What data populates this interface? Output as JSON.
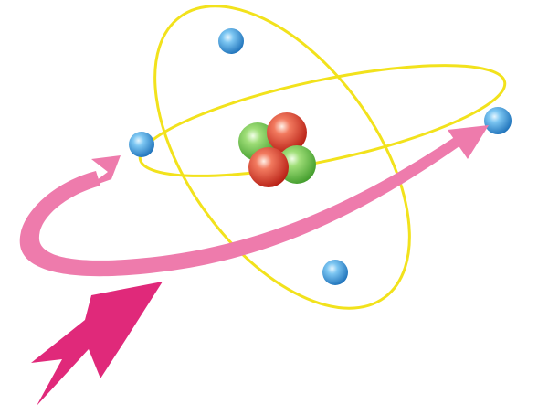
{
  "diagram": {
    "subject": "atom-model",
    "nucleus": {
      "protons": 2,
      "neutrons": 2,
      "proton_color": "#e2412f",
      "neutron_color": "#6cc443"
    },
    "orbits": {
      "count": 2,
      "color": "#f2e21c"
    },
    "electrons": {
      "count": 4,
      "color": "#2f8fd6"
    },
    "orbit_arrow": {
      "color": "#ee7bac"
    },
    "pointer_arrow": {
      "color": "#e0297a"
    }
  }
}
